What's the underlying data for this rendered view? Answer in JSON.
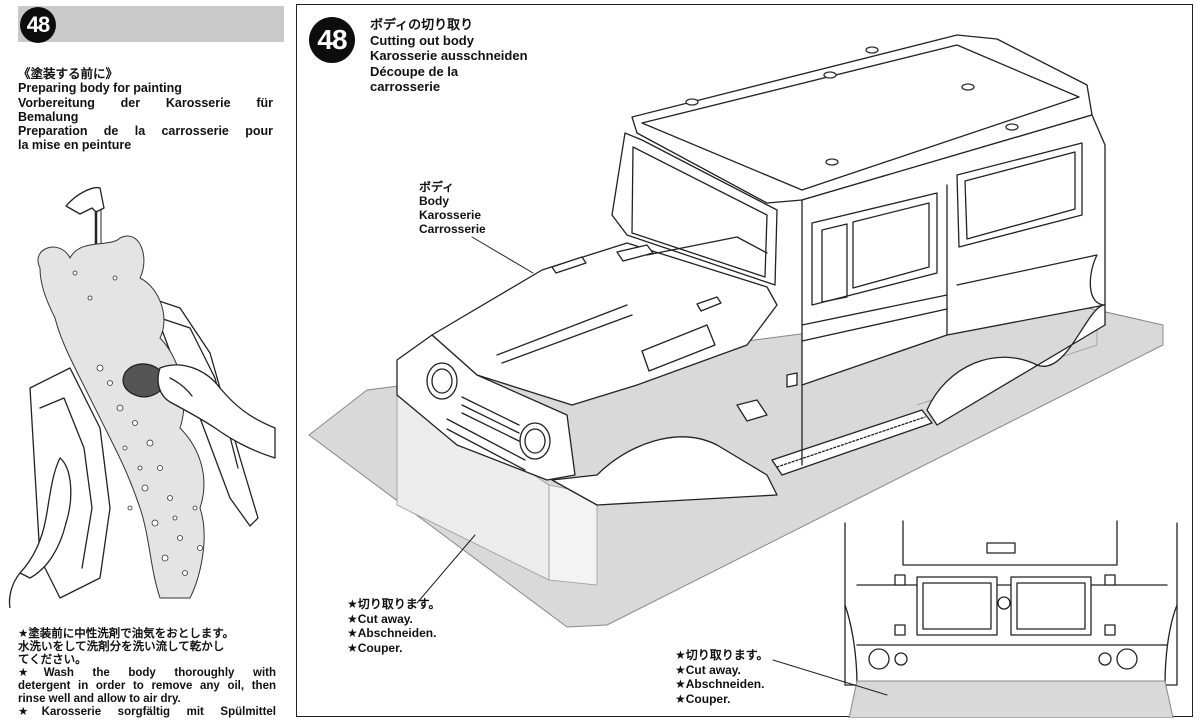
{
  "step_number": "48",
  "prep": {
    "jp": "《塗装する前に》",
    "en": "Preparing body for painting",
    "de_1": "Vorbereitung der Karosserie für",
    "de_2": "Bemalung",
    "fr_1": "Preparation de la carrosserie pour",
    "fr_2": "la mise en peinture"
  },
  "note": {
    "jp_1": "★塗装前に中性洗剤で油気をおとします。",
    "jp_2": "水洗いをして洗剤分を洗い流して乾かし",
    "jp_3": "てください。",
    "en_1": "★Wash the body thoroughly with",
    "en_2": "detergent in order to remove any oil, then",
    "en_3": "rinse well and allow to air dry.",
    "de_1": "★Karosserie sorgfältig mit Spülmittel"
  },
  "title": {
    "jp": "ボディの切り取り",
    "en": "Cutting out body",
    "de": "Karosserie ausschneiden",
    "fr_1": "Découpe de la",
    "fr_2": "carrosserie"
  },
  "body_label": {
    "jp": "ボディ",
    "en": "Body",
    "de": "Karosserie",
    "fr": "Carrosserie"
  },
  "cut_note_main": {
    "jp": "★切り取ります。",
    "en": "★Cut away.",
    "de": "★Abschneiden.",
    "fr": "★Couper."
  },
  "cut_note_rear": {
    "jp": "★切り取ります。",
    "en": "★Cut away.",
    "de": "★Abschneiden.",
    "fr": "★Couper."
  },
  "colors": {
    "ink": "#111111",
    "header_bar": "#c9c9c9",
    "cut_area": "#d9d9d9",
    "badge": "#0d0d0d"
  }
}
